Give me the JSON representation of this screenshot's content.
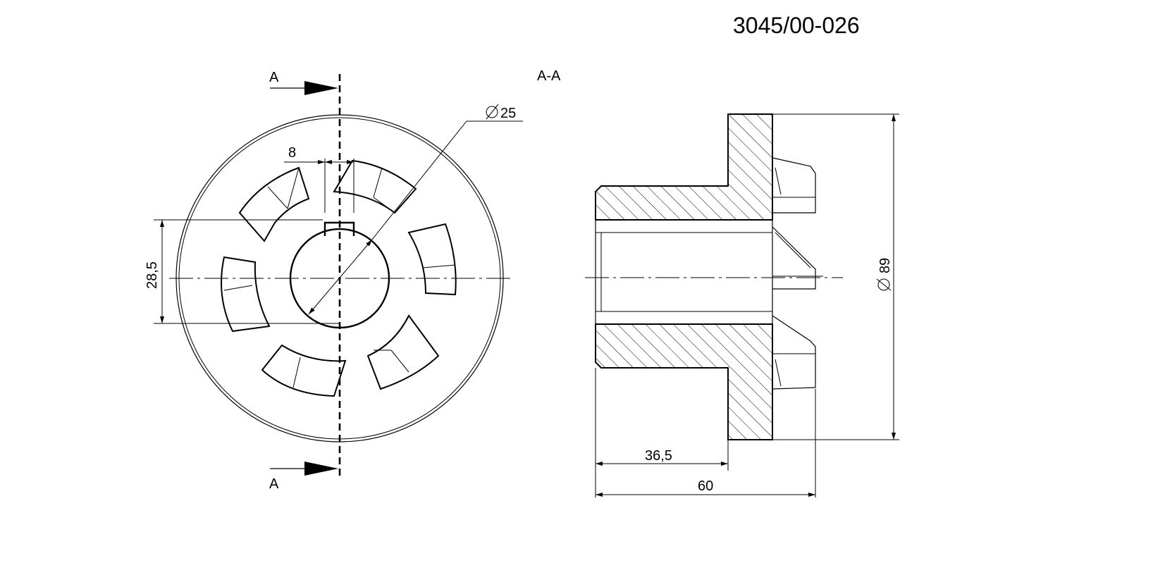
{
  "drawing": {
    "number": "3045/00-026",
    "section_marker": "A",
    "section_view_label": "A-A"
  },
  "dimensions": {
    "keyway_width": "8",
    "bore_diameter": "25",
    "key_height": "28,5",
    "outer_diameter": "89",
    "hub_length": "36,5",
    "overall_length": "60"
  },
  "symbols": {
    "diameter_symbol": "diameter-icon"
  }
}
